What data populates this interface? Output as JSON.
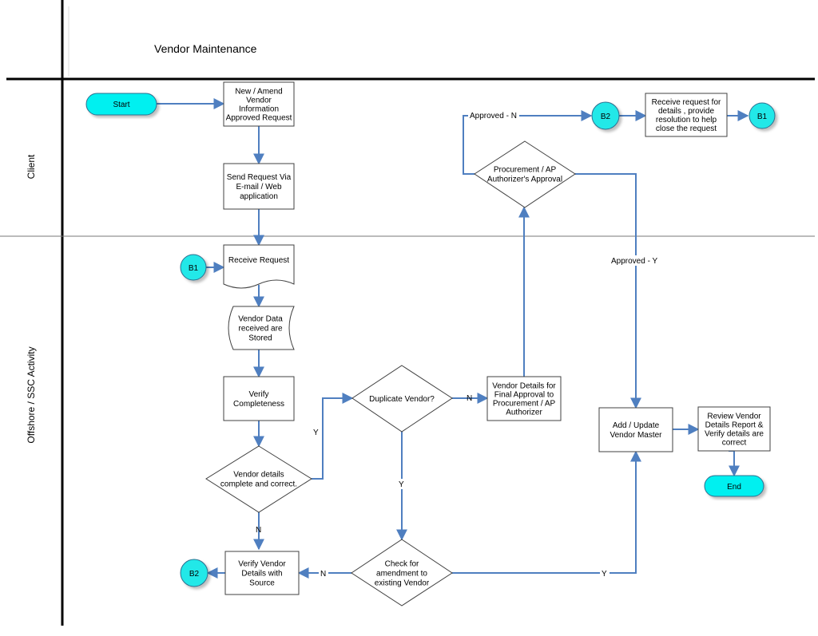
{
  "diagram": {
    "title": "Vendor Maintenance",
    "lanes": {
      "client": "Client",
      "offshore": "Offshore / SSC Activity"
    },
    "colors": {
      "terminal_fill": "#00f0f0",
      "connector_fill": "#20e8e8",
      "arrow": "#4f7fc0",
      "lane_line": "#000000"
    },
    "nodes": {
      "start": "Start",
      "new_amend": [
        "New / Amend",
        "Vendor",
        "Information",
        "Approved Request"
      ],
      "send_request": [
        "Send Request Via",
        "E-mail / Web",
        "application"
      ],
      "receive_request": "Receive Request",
      "vendor_data": [
        "Vendor Data",
        "received are",
        "Stored"
      ],
      "verify_completeness": [
        "Verify",
        "Completeness"
      ],
      "vendor_details_complete": [
        "Vendor details",
        "complete and correct."
      ],
      "verify_vendor_details": [
        "Verify Vendor",
        "Details with",
        "Source"
      ],
      "duplicate_vendor": "Duplicate Vendor?",
      "check_amendment": [
        "Check for",
        "amendment to",
        "existing Vendor"
      ],
      "final_approval": [
        "Vendor Details for",
        "Final Approval to",
        "Procurement / AP",
        "Authorizer"
      ],
      "procurement_approval": [
        "Procurement / AP",
        "Authorizer's Approval"
      ],
      "receive_details": [
        "Receive request for",
        "details  , provide",
        "resolution to help",
        "close the request"
      ],
      "add_update": [
        "Add / Update",
        "Vendor Master"
      ],
      "review_report": [
        "Review Vendor",
        "Details Report &",
        "Verify details are",
        "correct"
      ],
      "end": "End",
      "b1_top": "B1",
      "b1_left": "B1",
      "b2_top": "B2",
      "b2_bottom": "B2"
    },
    "edge_labels": {
      "approved_n": "Approved - N",
      "approved_y": "Approved - Y",
      "dup_n": "N",
      "dup_y": "Y",
      "complete_y": "Y",
      "complete_n": "N",
      "amend_n": "N",
      "amend_y": "Y"
    }
  }
}
